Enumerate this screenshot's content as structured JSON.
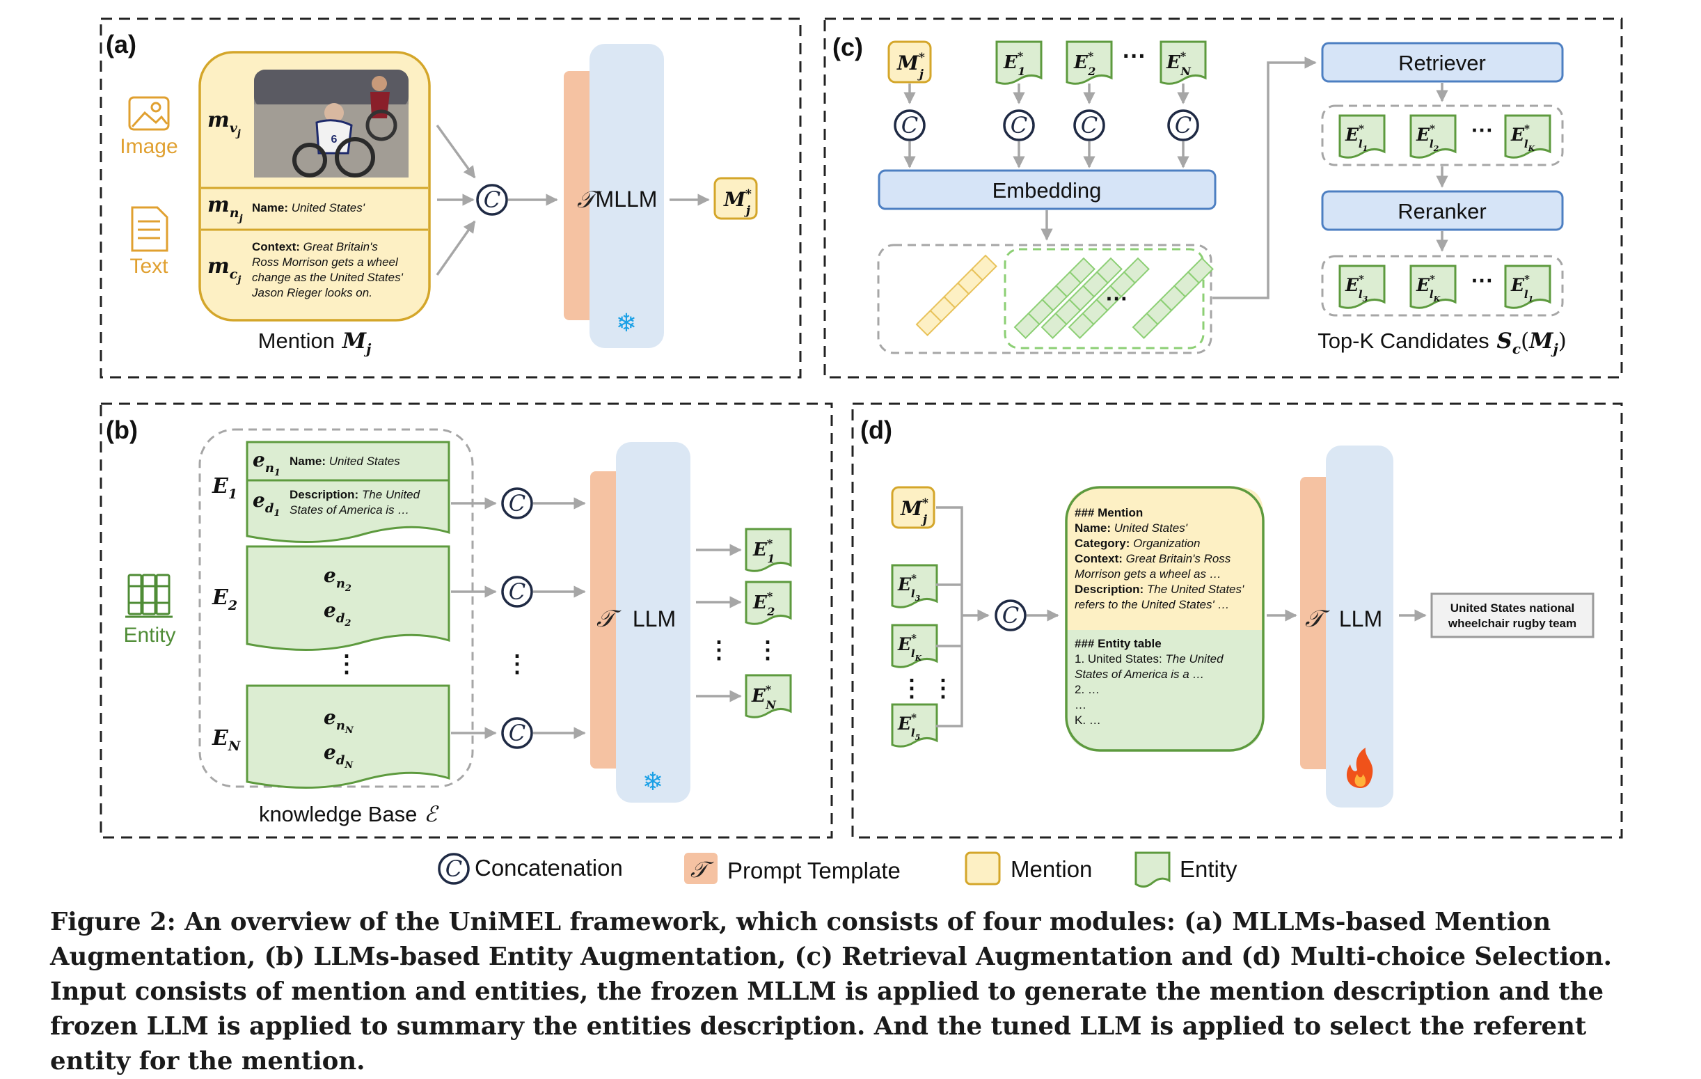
{
  "panels": {
    "a": {
      "label": "(a)",
      "image_label": "Image",
      "text_label": "Text",
      "name_prefix": "Name",
      "name_value": "United States'",
      "context_prefix": "Context",
      "context_lines": [
        "Great Britain's",
        "Ross Morrison gets a wheel",
        "change as the United States'",
        "Jason Rieger looks on."
      ],
      "photo_jersey": "6",
      "model": "MLLM",
      "mention_caption": "Mention"
    },
    "b": {
      "label": "(b)",
      "entity_label": "Entity",
      "e1_name_prefix": "Name",
      "e1_name_value": "United States",
      "e1_desc_prefix": "Description",
      "e1_desc_lines": [
        "The United",
        "States of America is …"
      ],
      "ellipsis": "⋮",
      "model": "LLM",
      "kb_caption": "knowledge Base"
    },
    "c": {
      "label": "(c)",
      "embedding": "Embedding",
      "retriever": "Retriever",
      "reranker": "Reranker",
      "hdots": "···",
      "topk_caption": "Top-K Candidates"
    },
    "d": {
      "label": "(d)",
      "mention_header": "### Mention",
      "name_prefix": "Name",
      "name_value": "United States'",
      "category_prefix": "Category",
      "category_value": "Organization",
      "context_prefix": "Context",
      "context_lines": [
        "Great Britain's Ross",
        "Morrison gets a wheel as …"
      ],
      "description_prefix": "Description",
      "description_lines": [
        "The United States'",
        "refers to the United States' …"
      ],
      "entity_header": "### Entity table",
      "entity_row1_prefix": "1. United States:",
      "entity_row1_lines": [
        "The United",
        "States of America is a …"
      ],
      "entity_rows": [
        "2. …",
        "…",
        "K. …"
      ],
      "model": "LLM",
      "output_lines": [
        "United States national",
        "wheelchair rugby team"
      ]
    }
  },
  "legend": {
    "concat": "Concatenation",
    "prompt": "Prompt Template",
    "mention": "Mention",
    "entity": "Entity"
  },
  "caption": "Figure 2: An overview of the UniMEL framework, which consists of four modules: (a) MLLMs-based Mention Augmentation, (b) LLMs-based Entity Augmentation, (c) Retrieval Augmentation and (d) Multi-choice Selection. Input consists of mention and entities, the frozen MLLM is applied to generate the mention description and the frozen LLM is applied to summary the entities description. And the tuned LLM is applied to select the referent entity for the mention.",
  "colors": {
    "mention_fill": "#fdf0c4",
    "mention_stroke": "#d4a62a",
    "entity_fill": "#dcedd2",
    "entity_stroke": "#5d9a3e",
    "prompt_fill": "#f5c2a2",
    "model_fill": "#dbe7f4",
    "blue_box_fill": "#d6e4f7",
    "blue_box_stroke": "#4d7fc2",
    "arrow": "#a6a6a6",
    "icon_image": "#e0a030",
    "icon_entity": "#4f8c36"
  }
}
